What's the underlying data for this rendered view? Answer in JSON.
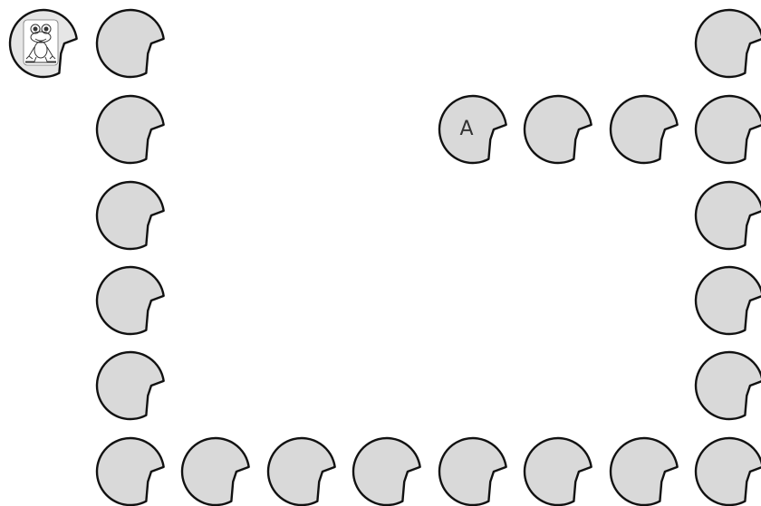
{
  "board": {
    "tile_fill": "#d9d9d9",
    "tile_stroke": "#111111",
    "token_icon": "frog-icon",
    "tiles": [
      {
        "id": "start",
        "label": "",
        "token": true
      },
      {
        "id": "t1",
        "label": ""
      },
      {
        "id": "t2",
        "label": ""
      },
      {
        "id": "t3",
        "label": ""
      },
      {
        "id": "t4",
        "label": ""
      },
      {
        "id": "t5",
        "label": ""
      },
      {
        "id": "t6",
        "label": ""
      },
      {
        "id": "t7",
        "label": ""
      },
      {
        "id": "t8",
        "label": ""
      },
      {
        "id": "t9",
        "label": ""
      },
      {
        "id": "t10",
        "label": ""
      },
      {
        "id": "t11",
        "label": ""
      },
      {
        "id": "t12",
        "label": ""
      },
      {
        "id": "t13",
        "label": ""
      },
      {
        "id": "t14",
        "label": ""
      },
      {
        "id": "t15",
        "label": ""
      },
      {
        "id": "t16",
        "label": ""
      },
      {
        "id": "t17",
        "label": ""
      },
      {
        "id": "t18",
        "label": ""
      },
      {
        "id": "t19",
        "label": ""
      },
      {
        "id": "t20",
        "label": ""
      },
      {
        "id": "t21",
        "label": ""
      },
      {
        "id": "t22",
        "label": "A"
      }
    ]
  }
}
